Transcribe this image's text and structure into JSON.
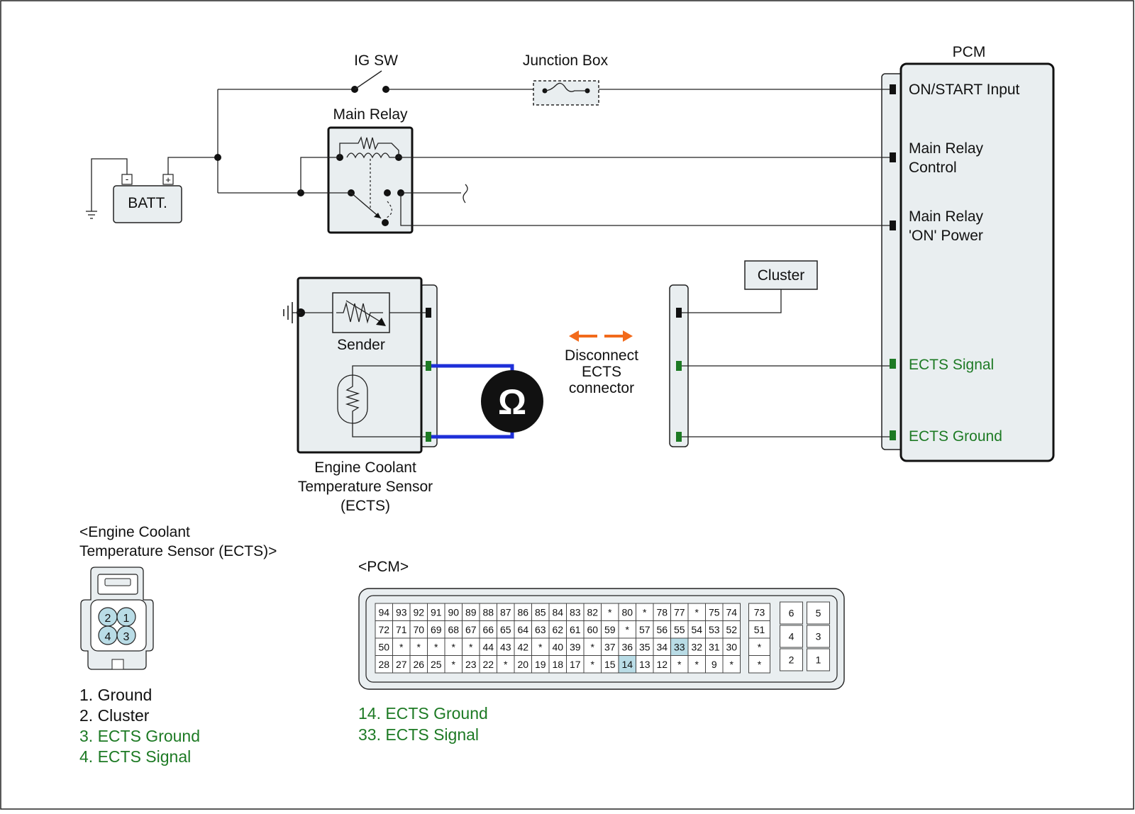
{
  "labels": {
    "ig_sw": "IG SW",
    "junction_box": "Junction Box",
    "main_relay": "Main Relay",
    "batt": "BATT.",
    "batt_minus": "-",
    "batt_plus": "+",
    "pcm": "PCM",
    "cluster": "Cluster",
    "sender": "Sender",
    "ohm": "Ω",
    "ects_title": [
      "Engine Coolant",
      "Temperature Sensor",
      "(ECTS)"
    ],
    "disconnect": [
      "Disconnect",
      "ECTS",
      "connector"
    ]
  },
  "pcm_pins": {
    "on_start": "ON/START Input",
    "main_relay_control": [
      "Main Relay",
      "Control"
    ],
    "main_relay_on": [
      "Main Relay",
      "'ON' Power"
    ],
    "ects_signal": "ECTS Signal",
    "ects_ground": "ECTS Ground"
  },
  "ects_connector": {
    "title": [
      "<Engine Coolant",
      "Temperature Sensor (ECTS)>"
    ],
    "pins": [
      "2",
      "1",
      "4",
      "3"
    ],
    "legend": [
      {
        "text": "1. Ground",
        "green": false
      },
      {
        "text": "2. Cluster",
        "green": false
      },
      {
        "text": "3. ECTS Ground",
        "green": true
      },
      {
        "text": "4. ECTS Signal",
        "green": true
      }
    ]
  },
  "pcm_connector": {
    "title": "<PCM>",
    "rows": [
      [
        "94",
        "93",
        "92",
        "91",
        "90",
        "89",
        "88",
        "87",
        "86",
        "85",
        "84",
        "83",
        "82",
        "*",
        "80",
        "*",
        "78",
        "77",
        "*",
        "75",
        "74"
      ],
      [
        "72",
        "71",
        "70",
        "69",
        "68",
        "67",
        "66",
        "65",
        "64",
        "63",
        "62",
        "61",
        "60",
        "59",
        "*",
        "57",
        "56",
        "55",
        "54",
        "53",
        "52"
      ],
      [
        "50",
        "*",
        "*",
        "*",
        "*",
        "*",
        "44",
        "43",
        "42",
        "*",
        "40",
        "39",
        "*",
        "37",
        "36",
        "35",
        "34",
        "33",
        "32",
        "31",
        "30"
      ],
      [
        "28",
        "27",
        "26",
        "25",
        "*",
        "23",
        "22",
        "*",
        "20",
        "19",
        "18",
        "17",
        "*",
        "15",
        "14",
        "13",
        "12",
        "*",
        "*",
        "9",
        "*"
      ]
    ],
    "extra_col": [
      "73",
      "51",
      "*",
      "*"
    ],
    "right_block": [
      [
        "6",
        "5"
      ],
      [
        "4",
        "3"
      ],
      [
        "2",
        "1"
      ]
    ],
    "highlighted": [
      "33",
      "14"
    ],
    "legend": [
      {
        "text": "14. ECTS Ground",
        "green": true
      },
      {
        "text": "33. ECTS Signal",
        "green": true
      }
    ]
  },
  "colors": {
    "green_text": "#1d7a24",
    "meter_leads": "#1e2fd8",
    "arrows": "#f26a1b",
    "box_fill": "#e9eef0",
    "pin_highlight": "#b9dce6"
  }
}
